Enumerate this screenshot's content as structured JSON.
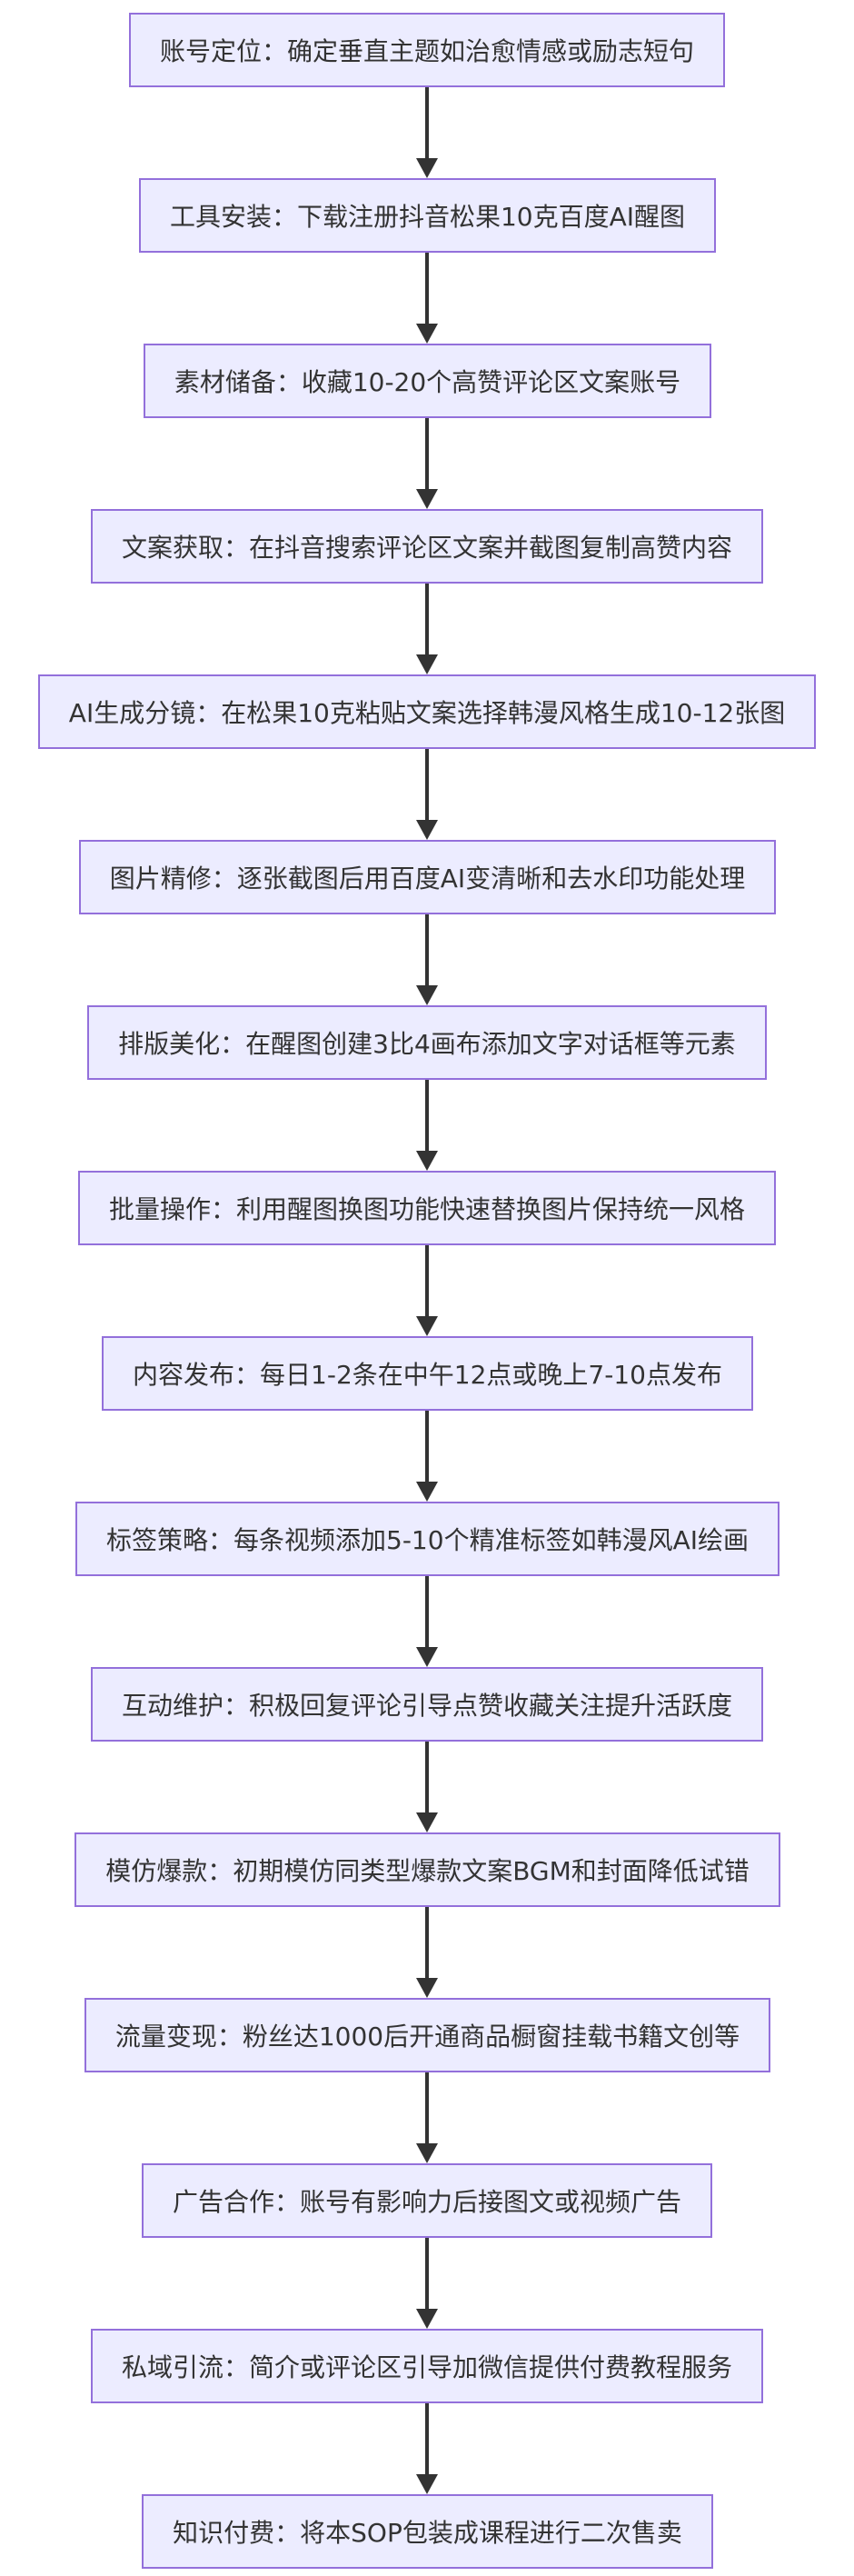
{
  "steps": [
    "账号定位：确定垂直主题如治愈情感或励志短句",
    "工具安装：下载注册抖音松果10克百度AI醒图",
    "素材储备：收藏10-20个高赞评论区文案账号",
    "文案获取：在抖音搜索评论区文案并截图复制高赞内容",
    "AI生成分镜：在松果10克粘贴文案选择韩漫风格生成10-12张图",
    "图片精修：逐张截图后用百度AI变清晰和去水印功能处理",
    "排版美化：在醒图创建3比4画布添加文字对话框等元素",
    "批量操作：利用醒图换图功能快速替换图片保持统一风格",
    "内容发布：每日1-2条在中午12点或晚上7-10点发布",
    "标签策略：每条视频添加5-10个精准标签如韩漫风AI绘画",
    "互动维护：积极回复评论引导点赞收藏关注提升活跃度",
    "模仿爆款：初期模仿同类型爆款文案BGM和封面降低试错",
    "流量变现：粉丝达1000后开通商品橱窗挂载书籍文创等",
    "广告合作：账号有影响力后接图文或视频广告",
    "私域引流：简介或评论区引导加微信提供付费教程服务",
    "知识付费：将本SOP包装成课程进行二次售卖"
  ],
  "colors": {
    "node_fill": "#ececff",
    "node_border": "#9370db",
    "edge": "#333333",
    "text": "#333333"
  }
}
